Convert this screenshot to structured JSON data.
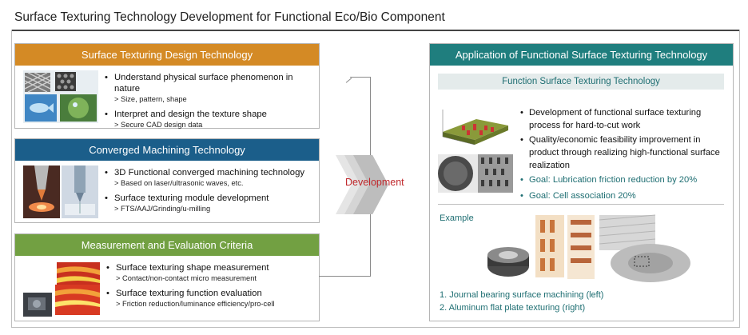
{
  "title": "Surface Texturing Technology Development for Functional Eco/Bio Component",
  "colors": {
    "design": "#d48a25",
    "machining": "#1b5e8a",
    "measurement": "#72a042",
    "application": "#1f7e7e",
    "development": "#c0282c",
    "accent_text": "#1e6e72"
  },
  "panels": [
    {
      "header": "Surface Texturing Design Technology",
      "items": [
        {
          "text": "Understand physical surface phenomenon in nature",
          "sub": "> Size, pattern, shape"
        },
        {
          "text": "Interpret and design the texture shape",
          "sub": "> Secure CAD design data"
        }
      ]
    },
    {
      "header": "Converged Machining Technology",
      "items": [
        {
          "text": "3D Functional converged machining technology",
          "sub": "> Based on laser/ultrasonic waves, etc."
        },
        {
          "text": "Surface texturing module development",
          "sub": "> FTS/AAJ/Grinding/u-milling"
        }
      ]
    },
    {
      "header": "Measurement and Evaluation Criteria",
      "items": [
        {
          "text": "Surface texturing shape measurement",
          "sub": "> Contact/non-contact micro measurement"
        },
        {
          "text": "Surface texturing function evaluation",
          "sub": "> Friction reduction/luminance efficiency/pro-cell"
        }
      ]
    }
  ],
  "development_label": "Development",
  "application": {
    "header": "Application of Functional Surface Texturing Technology",
    "subheader": "Function Surface Texturing Technology",
    "items": [
      "Development of functional surface texturing process for hard-to-cut work",
      "Quality/economic feasibility improvement in product through realizing high-functional surface realization"
    ],
    "goals": [
      "Goal: Lubrication friction reduction by 20%",
      "Goal: Cell association 20%"
    ],
    "example_label": "Example",
    "captions": [
      "1. Journal bearing surface machining (left)",
      "2. Aluminum flat plate texturing (right)"
    ]
  }
}
